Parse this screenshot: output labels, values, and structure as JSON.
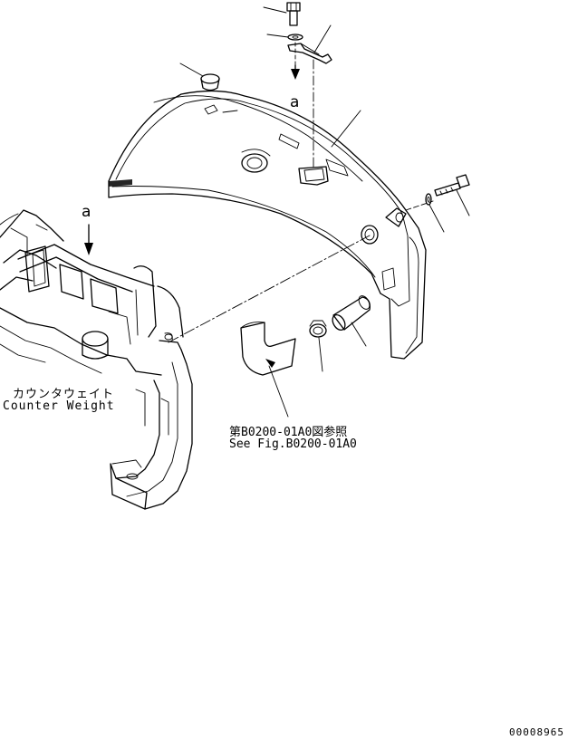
{
  "labels": {
    "counterweight_jp": "カウンタウェイト",
    "counterweight_en": "Counter Weight",
    "reference_jp": "第B0200-01A0図参照",
    "reference_en": "See Fig.B0200-01A0",
    "callout_a_top": "a",
    "callout_a_left": "a",
    "drawing_code": "00008965"
  },
  "colors": {
    "line": "#000000",
    "background": "#ffffff"
  }
}
